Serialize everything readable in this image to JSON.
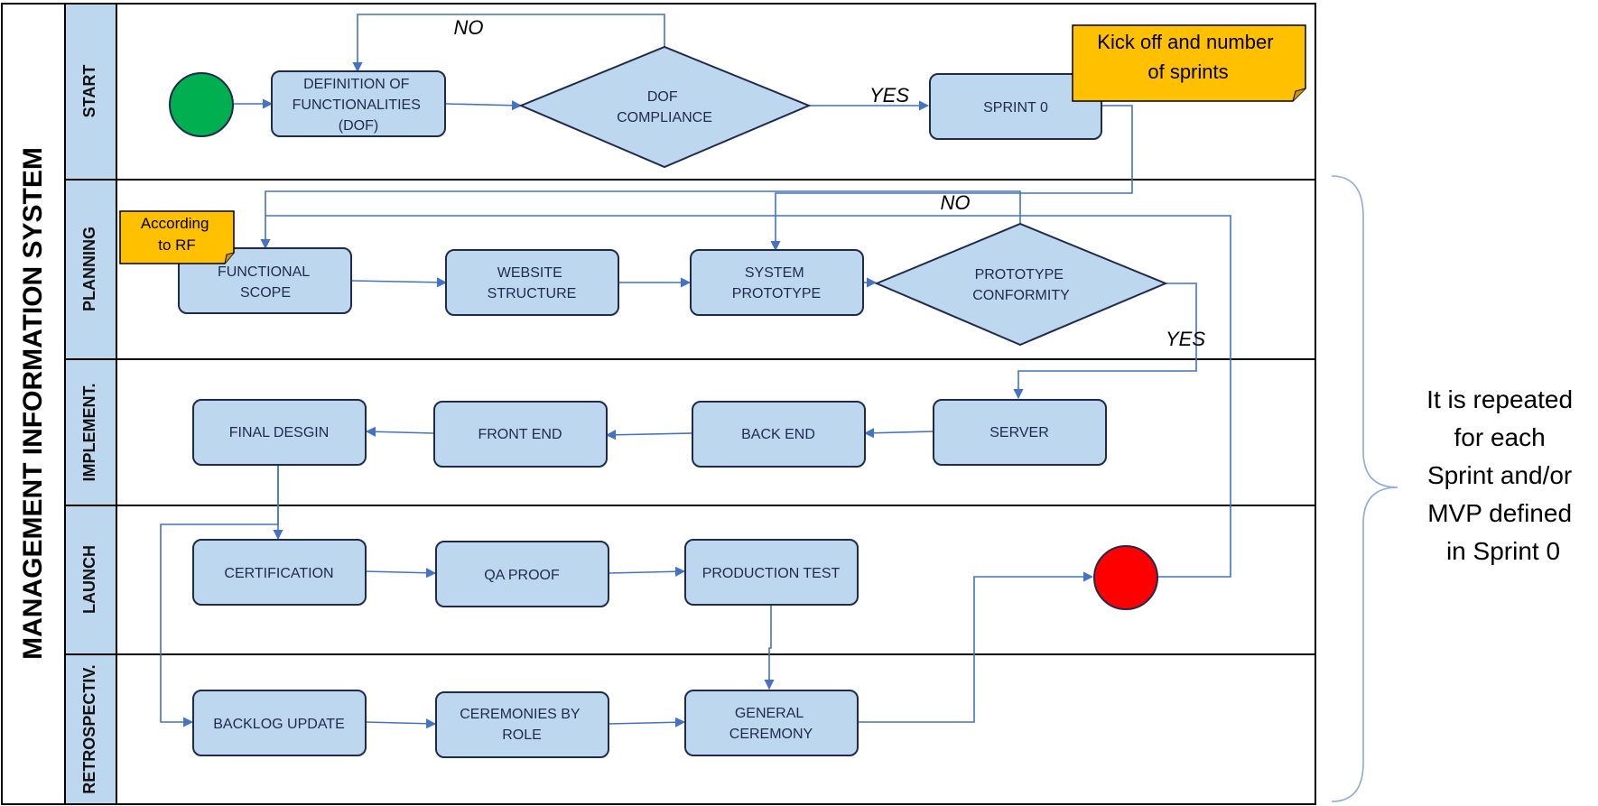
{
  "title": "MANAGEMENT INFORMATION SYSTEM",
  "colors": {
    "node_fill": "#bdd7ee",
    "node_stroke": "#1f2a4d",
    "connector": "#4472c4",
    "note_fill": "#ffc000",
    "start_circle": "#00b050",
    "end_circle": "#ff0000",
    "brace": "#8faadc"
  },
  "lanes": [
    {
      "id": "start",
      "label": "START"
    },
    {
      "id": "planning",
      "label": "PLANNING"
    },
    {
      "id": "implement",
      "label": "IMPLEMENT."
    },
    {
      "id": "launch",
      "label": "LAUNCH"
    },
    {
      "id": "retro",
      "label": "RETROSPECTIV."
    }
  ],
  "nodes": {
    "dof": {
      "lines": [
        "DEFINITION OF",
        "FUNCTIONALITIES",
        "(DOF)"
      ]
    },
    "dof_compliance": {
      "lines": [
        "DOF",
        "COMPLIANCE"
      ]
    },
    "sprint0": {
      "lines": [
        "SPRINT 0"
      ]
    },
    "functional_scope": {
      "lines": [
        "FUNCTIONAL",
        "SCOPE"
      ]
    },
    "website_structure": {
      "lines": [
        "WEBSITE",
        "STRUCTURE"
      ]
    },
    "system_prototype": {
      "lines": [
        "SYSTEM",
        "PROTOTYPE"
      ]
    },
    "prototype_conformity": {
      "lines": [
        "PROTOTYPE",
        "CONFORMITY"
      ]
    },
    "final_design": {
      "lines": [
        "FINAL DESGIN"
      ]
    },
    "front_end": {
      "lines": [
        "FRONT END"
      ]
    },
    "back_end": {
      "lines": [
        "BACK END"
      ]
    },
    "server": {
      "lines": [
        "SERVER"
      ]
    },
    "certification": {
      "lines": [
        "CERTIFICATION"
      ]
    },
    "qa_proof": {
      "lines": [
        "QA PROOF"
      ]
    },
    "production_test": {
      "lines": [
        "PRODUCTION TEST"
      ]
    },
    "backlog_update": {
      "lines": [
        "BACKLOG UPDATE"
      ]
    },
    "ceremonies_by_role": {
      "lines": [
        "CEREMONIES BY",
        "ROLE"
      ]
    },
    "general_ceremony": {
      "lines": [
        "GENERAL",
        "CEREMONY"
      ]
    }
  },
  "notes": {
    "kickoff": {
      "lines": [
        "Kick off and number",
        "of sprints"
      ]
    },
    "according_rf": {
      "lines": [
        "According",
        "to RF"
      ]
    }
  },
  "edge_labels": {
    "dof_no": "NO",
    "dof_yes": "YES",
    "proto_no": "NO",
    "proto_yes": "YES"
  },
  "side_note": {
    "lines": [
      "It is repeated",
      "for each",
      "Sprint and/or",
      "MVP defined",
      "in Sprint 0"
    ]
  }
}
